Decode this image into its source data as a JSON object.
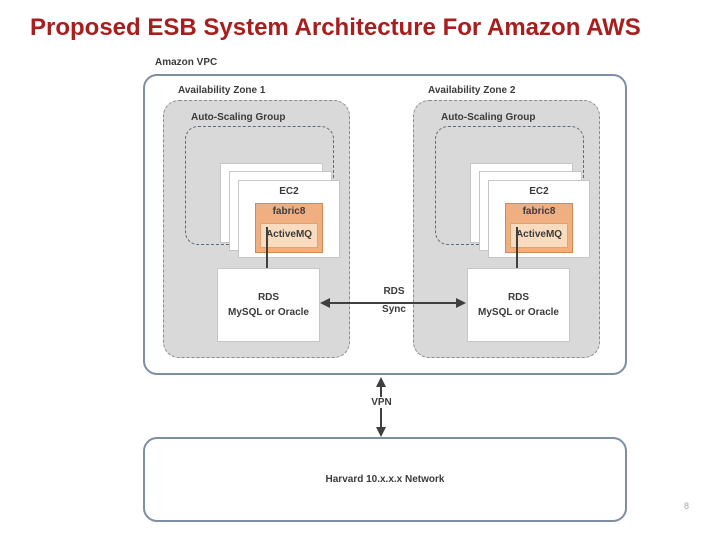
{
  "slide": {
    "title": "Proposed ESB System Architecture For Amazon AWS",
    "page_number": "8"
  },
  "colors": {
    "title": "#A81E1E",
    "diagram_text": "#3B3B3B",
    "vpc_border": "#7E8EA3",
    "zone_fill": "#D9D9D9",
    "zone_border": "#8C8C8C",
    "asg_border": "#5E6A76",
    "node_border": "#C6C6C6",
    "fabric_fill": "#F0AF81",
    "fabric_border": "#D1894F",
    "mq_fill": "#F9DCC0",
    "mq_border": "#DDA477",
    "connector": "#3F3F3F",
    "page_number": "#A6A6A6"
  },
  "diagram": {
    "vpc_label": "Amazon VPC",
    "zones": [
      {
        "label": "Availability Zone 1",
        "asg_label": "Auto-Scaling Group",
        "ec2_label": "EC2",
        "fabric_label": "fabric8",
        "mq_label": "ActiveMQ",
        "rds_label_line1": "RDS",
        "rds_label_line2": "MySQL or Oracle"
      },
      {
        "label": "Availability Zone 2",
        "asg_label": "Auto-Scaling Group",
        "ec2_label": "EC2",
        "fabric_label": "fabric8",
        "mq_label": "ActiveMQ",
        "rds_label_line1": "RDS",
        "rds_label_line2": "MySQL or Oracle"
      }
    ],
    "rds_sync_label_line1": "RDS",
    "rds_sync_label_line2": "Sync",
    "vpn_label": "VPN",
    "network_label": "Harvard 10.x.x.x Network"
  }
}
